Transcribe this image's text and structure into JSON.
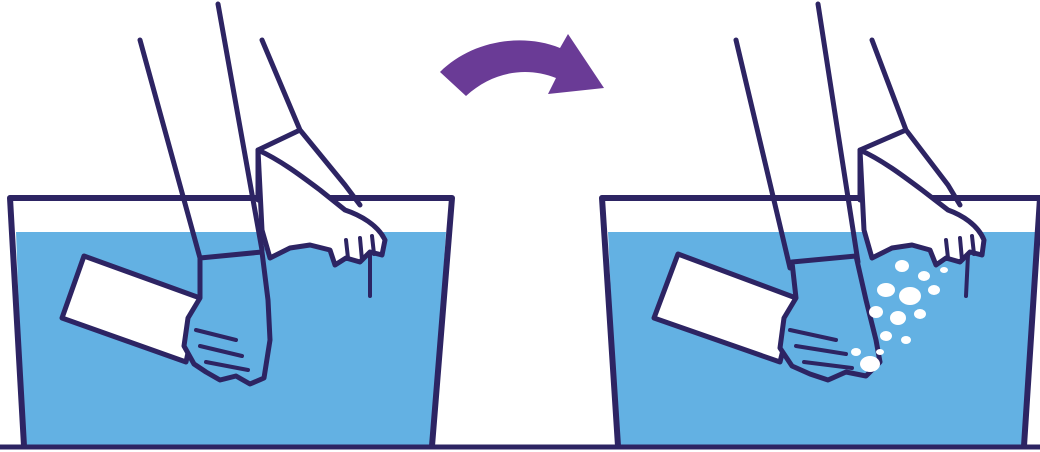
{
  "colors": {
    "outline": "#2d2463",
    "water": "#63b1e3",
    "arrow": "#6a3b96",
    "background": "#ffffff",
    "bubbles": "#ffffff"
  },
  "panels": [
    {
      "id": "before",
      "shows": "hand-in-water"
    },
    {
      "id": "after",
      "shows": "hand-in-water-with-bubbles"
    }
  ],
  "arrow": {
    "icon": "curved-arrow-right-icon"
  }
}
